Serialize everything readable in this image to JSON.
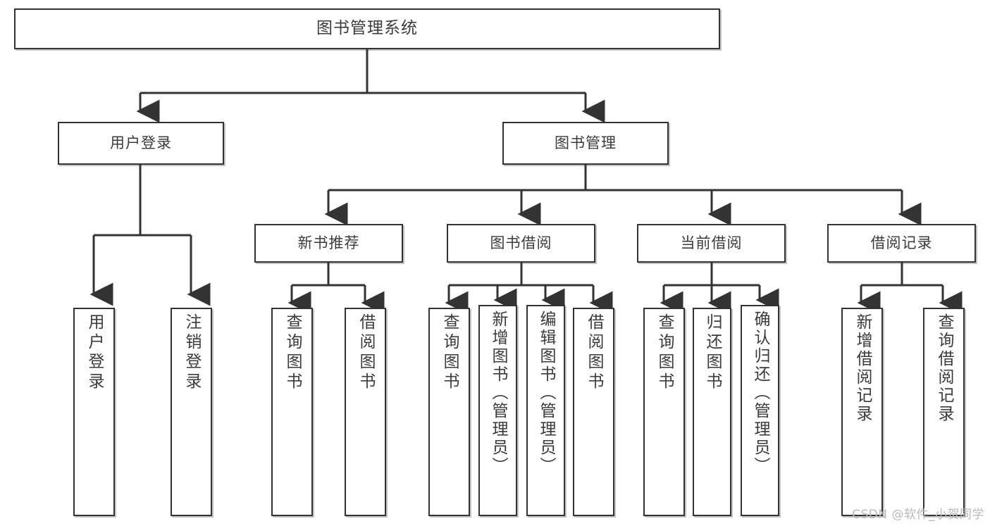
{
  "diagram": {
    "title": "图书管理系统",
    "type": "tree",
    "watermark": "CSDN @软件_小贺同学",
    "colors": {
      "box_border": "#333333",
      "box_fill": "#ffffff",
      "line": "#333333",
      "text": "#3b3b3b",
      "watermark": "#b9b9b9",
      "background": "#ffffff"
    },
    "root": {
      "label": "图书管理系统"
    },
    "level1": [
      {
        "label": "用户登录"
      },
      {
        "label": "图书管理"
      }
    ],
    "level2": [
      {
        "label": "新书推荐"
      },
      {
        "label": "图书借阅"
      },
      {
        "label": "当前借阅"
      },
      {
        "label": "借阅记录"
      }
    ],
    "leaves": {
      "user_login": [
        {
          "label": "用户登录"
        },
        {
          "label": "注销登录"
        }
      ],
      "new_book": [
        {
          "label": "查询图书"
        },
        {
          "label": "借阅图书"
        }
      ],
      "borrow": [
        {
          "label": "查询图书"
        },
        {
          "label": "新增图书（管理员）"
        },
        {
          "label": "编辑图书（管理员）"
        },
        {
          "label": "借阅图书"
        }
      ],
      "current": [
        {
          "label": "查询图书"
        },
        {
          "label": "归还图书"
        },
        {
          "label": "确认归还（管理员）"
        }
      ],
      "records": [
        {
          "label": "新增借阅记录"
        },
        {
          "label": "查询借阅记录"
        }
      ]
    }
  }
}
